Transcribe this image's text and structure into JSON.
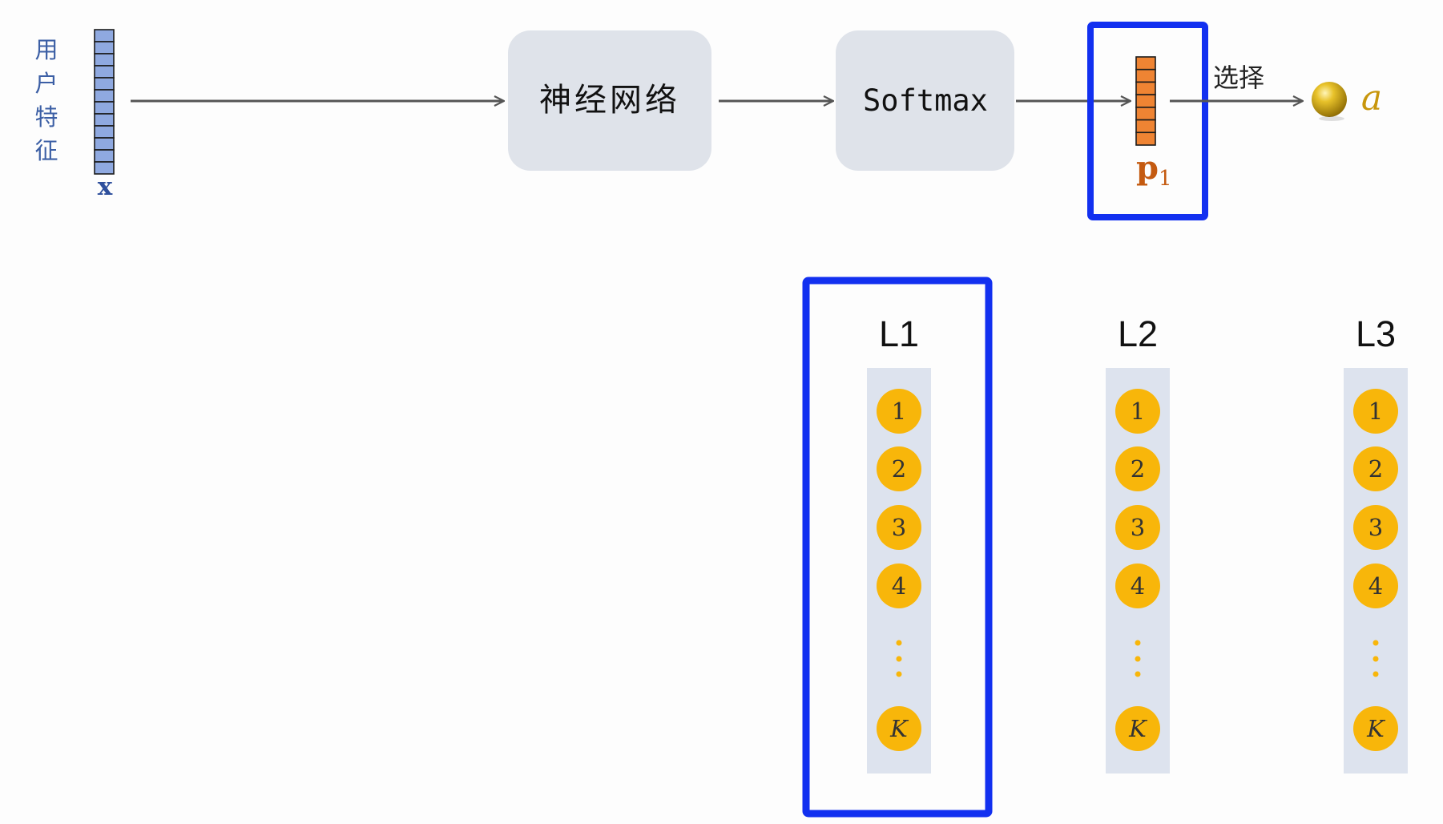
{
  "input": {
    "side_label": [
      "用",
      "户",
      "特",
      "征"
    ],
    "vector_label": "x",
    "vector_cells": 12
  },
  "boxes": {
    "nn_label": "神经网络",
    "softmax_label": "Softmax"
  },
  "prob": {
    "label": "p",
    "subscript": "1",
    "vector_cells": 7
  },
  "select_label": "选择",
  "output_label": "a",
  "lists": [
    {
      "title": "L1",
      "highlighted": true,
      "items": [
        "1",
        "2",
        "3",
        "4",
        "K"
      ]
    },
    {
      "title": "L2",
      "highlighted": false,
      "items": [
        "1",
        "2",
        "3",
        "4",
        "K"
      ]
    },
    {
      "title": "L3",
      "highlighted": false,
      "items": [
        "1",
        "2",
        "3",
        "4",
        "K"
      ]
    }
  ],
  "colors": {
    "input_vector": "#8fa9e0",
    "prob_vector": "#ef8433",
    "highlight_box": "#1230f0",
    "process_box": "#dfe3ea",
    "list_bg": "#dde3ee",
    "item_circle": "#f8b60a",
    "arrow": "#555555"
  }
}
